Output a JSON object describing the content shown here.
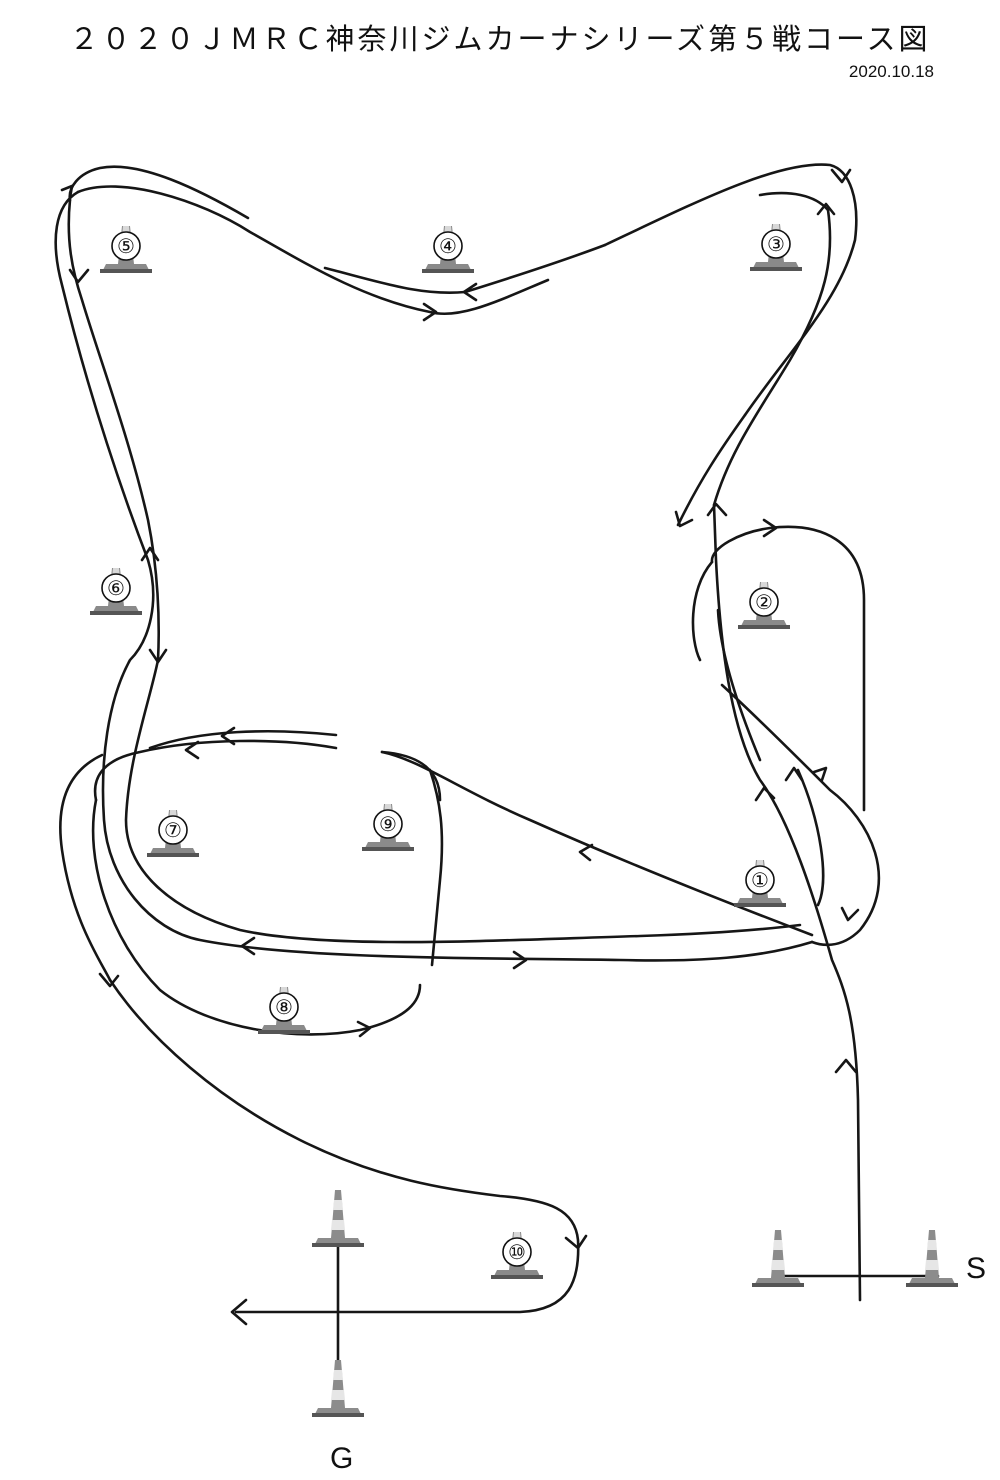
{
  "header": {
    "title": "２０２０ＪＭＲＣ神奈川ジムカーナシリーズ第５戦コース図",
    "date": "2020.10.18"
  },
  "cones": [
    {
      "id": "cone-1",
      "label": "①"
    },
    {
      "id": "cone-2",
      "label": "②"
    },
    {
      "id": "cone-3",
      "label": "③"
    },
    {
      "id": "cone-4",
      "label": "④"
    },
    {
      "id": "cone-5",
      "label": "⑤"
    },
    {
      "id": "cone-6",
      "label": "⑥"
    },
    {
      "id": "cone-7",
      "label": "⑦"
    },
    {
      "id": "cone-8",
      "label": "⑧"
    },
    {
      "id": "cone-9",
      "label": "⑨"
    },
    {
      "id": "cone-10",
      "label": "⑩"
    }
  ],
  "markers": {
    "start": "S",
    "goal": "G"
  }
}
